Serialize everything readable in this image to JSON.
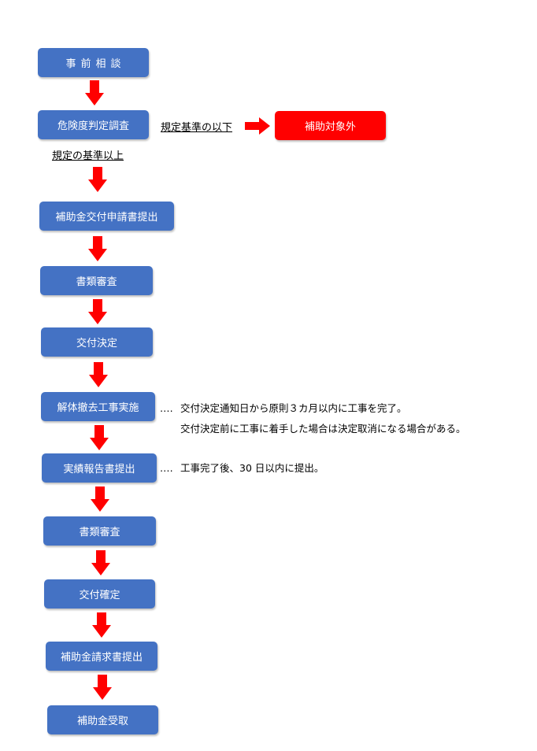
{
  "steps": [
    "事前相談",
    "危険度判定調査",
    "補助金交付申請書提出",
    "書類審査",
    "交付決定",
    "解体撤去工事実施",
    "実績報告書提出",
    "書類審査",
    "交付確定",
    "補助金請求書提出",
    "補助金受取"
  ],
  "branch": {
    "below_label": "規定基準の以下",
    "outcome": "補助対象外",
    "above_label": "規定の基準以上"
  },
  "notes": {
    "dots": "‥‥",
    "work_line1": "交付決定通知日から原則３カ月以内に工事を完了。",
    "work_line2": "交付決定前に工事に着手した場合は決定取消になる場合がある。",
    "report": "工事完了後、30 日以内に提出。"
  },
  "colors": {
    "step": "#4472c4",
    "reject": "#ff0000",
    "arrow": "#ff0000"
  },
  "icons": {
    "down": "down-arrow-icon",
    "right": "right-arrow-icon"
  }
}
